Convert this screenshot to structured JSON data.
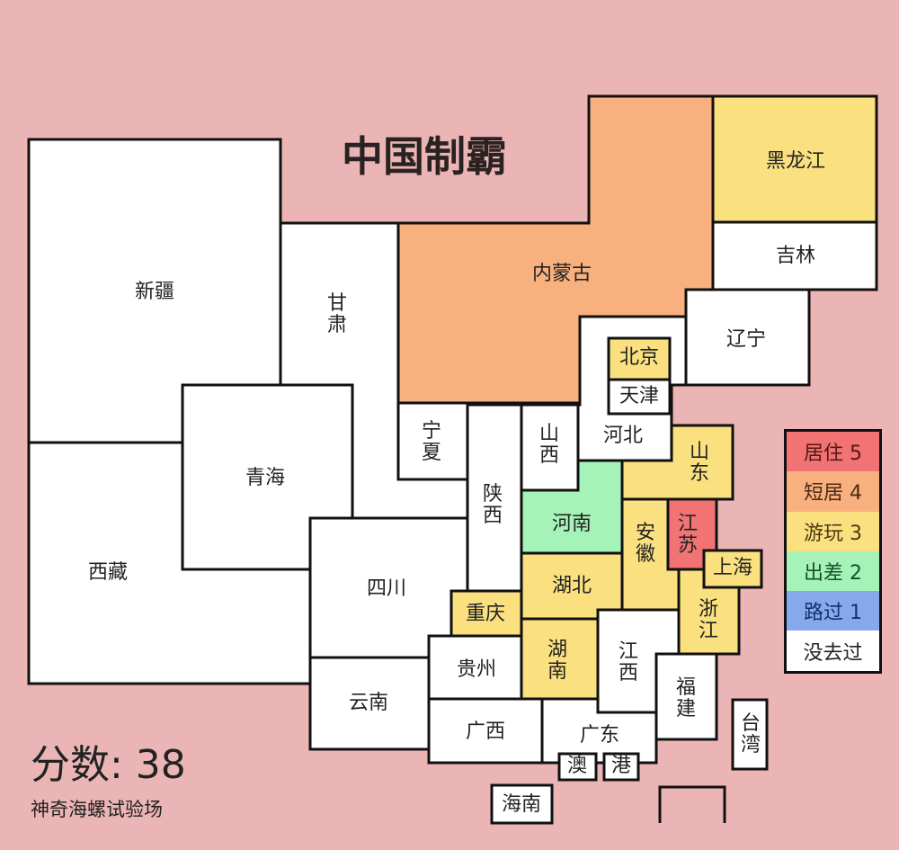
{
  "title": "中国制霸",
  "score_label": "分数: 38",
  "subtitle": "神奇海螺试验场",
  "legend": [
    {
      "label": "居住 5",
      "level": 5,
      "color": "#f17373",
      "text_color": "#5a1616"
    },
    {
      "label": "短居 4",
      "level": 4,
      "color": "#f9b07f",
      "text_color": "#4a2a10"
    },
    {
      "label": "游玩 3",
      "level": 3,
      "color": "#fbe07f",
      "text_color": "#4a3a10"
    },
    {
      "label": "出差 2",
      "level": 2,
      "color": "#a6f3b9",
      "text_color": "#17502a"
    },
    {
      "label": "路过 1",
      "level": 1,
      "color": "#86a9ee",
      "text_color": "#16306a"
    },
    {
      "label": "没去过",
      "level": 0,
      "color": "#ffffff",
      "text_color": "#222222"
    }
  ],
  "provinces": [
    {
      "name": "新疆",
      "level": 0
    },
    {
      "name": "西藏",
      "level": 0
    },
    {
      "name": "青海",
      "level": 0
    },
    {
      "name": "甘肃",
      "level": 0
    },
    {
      "name": "内蒙古",
      "level": 4
    },
    {
      "name": "黑龙江",
      "level": 3
    },
    {
      "name": "吉林",
      "level": 0
    },
    {
      "name": "辽宁",
      "level": 0
    },
    {
      "name": "河北",
      "level": 0
    },
    {
      "name": "北京",
      "level": 3
    },
    {
      "name": "天津",
      "level": 0
    },
    {
      "name": "宁夏",
      "level": 0
    },
    {
      "name": "陕西",
      "level": 0
    },
    {
      "name": "山西",
      "level": 0
    },
    {
      "name": "山东",
      "level": 3
    },
    {
      "name": "河南",
      "level": 2
    },
    {
      "name": "湖北",
      "level": 3
    },
    {
      "name": "安徽",
      "level": 3
    },
    {
      "name": "江苏",
      "level": 5
    },
    {
      "name": "上海",
      "level": 3
    },
    {
      "name": "浙江",
      "level": 3
    },
    {
      "name": "四川",
      "level": 0
    },
    {
      "name": "重庆",
      "level": 3
    },
    {
      "name": "贵州",
      "level": 0
    },
    {
      "name": "湖南",
      "level": 3
    },
    {
      "name": "江西",
      "level": 0
    },
    {
      "name": "福建",
      "level": 0
    },
    {
      "name": "云南",
      "level": 0
    },
    {
      "name": "广西",
      "level": 0
    },
    {
      "name": "广东",
      "level": 0
    },
    {
      "name": "澳",
      "level": 0
    },
    {
      "name": "港",
      "level": 0
    },
    {
      "name": "海南",
      "level": 0
    },
    {
      "name": "台湾",
      "level": 0
    }
  ]
}
